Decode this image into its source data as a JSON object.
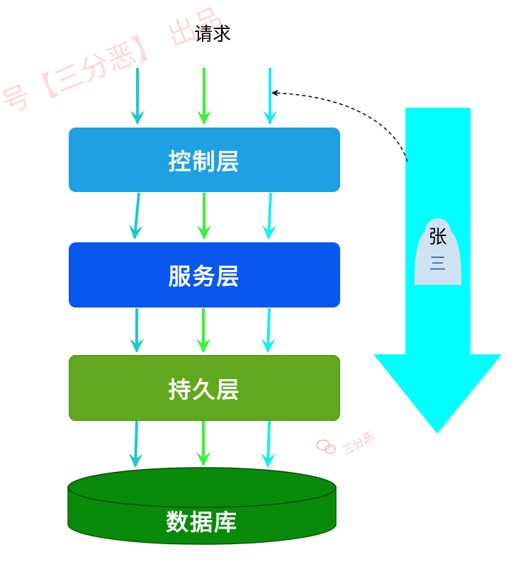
{
  "diagram": {
    "request_label": "请求",
    "layers": [
      {
        "label": "控制层",
        "color": "#1ea0e2"
      },
      {
        "label": "服务层",
        "color": "#0a57f0"
      },
      {
        "label": "持久层",
        "color": "#62a81e"
      }
    ],
    "database": {
      "label": "数据库",
      "color": "#0a8a0a"
    },
    "person": {
      "line1": "张",
      "line2": "三",
      "color": "#cfe2f3"
    },
    "flow_arrow_color": "#00ffff",
    "arrow_colors": {
      "teal": "#1cc9c9",
      "green": "#37f437",
      "cyan": "#19eef0"
    }
  },
  "watermarks": {
    "main": "号【三分恶】 出品",
    "small": "三分恶"
  }
}
